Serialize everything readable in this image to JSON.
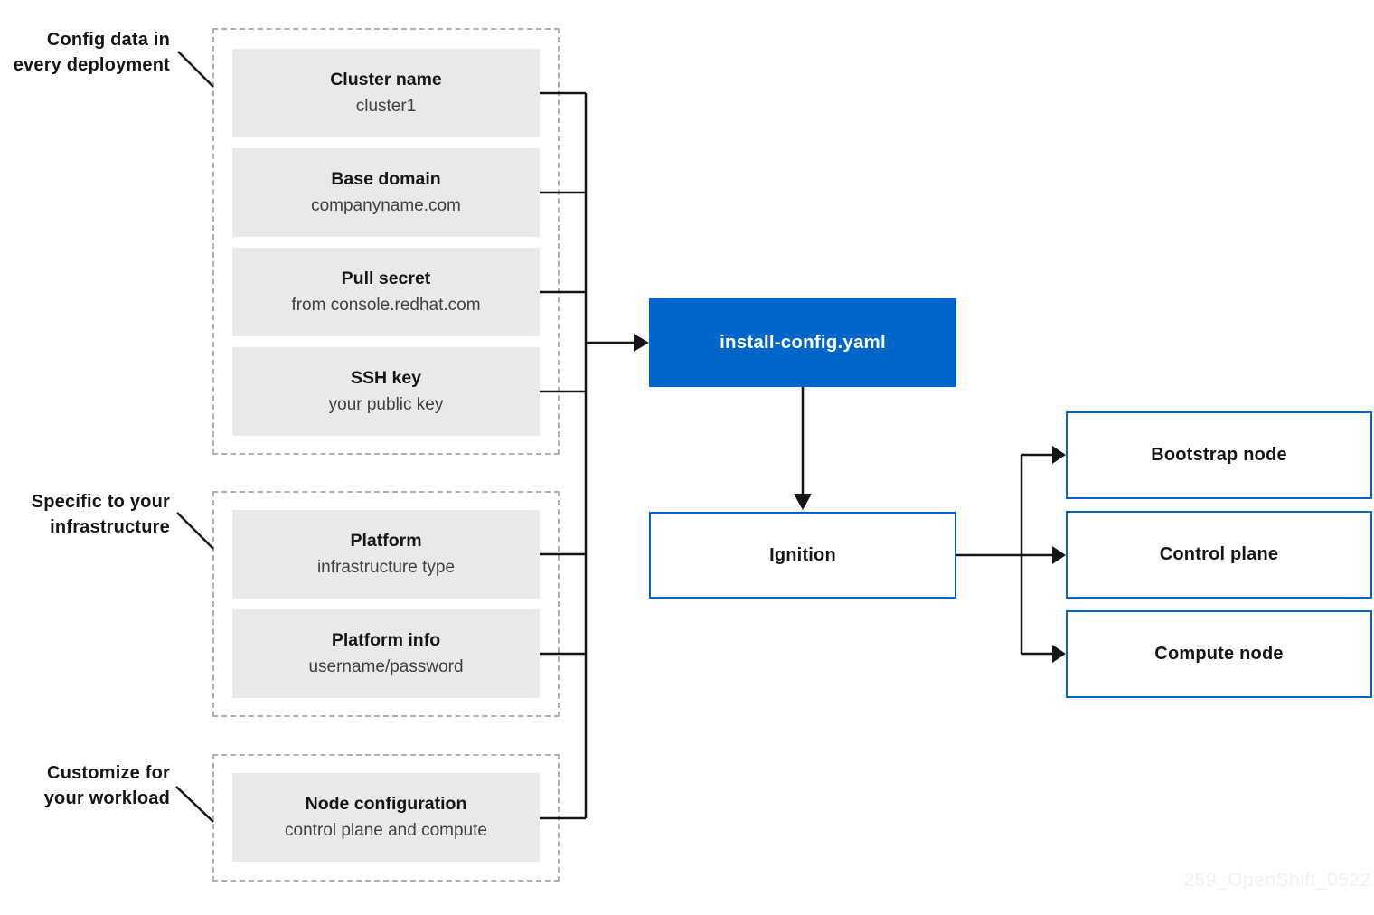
{
  "groups": [
    {
      "label": {
        "line1": "Config data in",
        "line2": "every deployment"
      },
      "items": [
        {
          "title": "Cluster name",
          "subtitle": "cluster1"
        },
        {
          "title": "Base domain",
          "subtitle": "companyname.com"
        },
        {
          "title": "Pull secret",
          "subtitle": "from console.redhat.com"
        },
        {
          "title": "SSH key",
          "subtitle": "your public key"
        }
      ]
    },
    {
      "label": {
        "line1": "Specific to your",
        "line2": "infrastructure"
      },
      "items": [
        {
          "title": "Platform",
          "subtitle": "infrastructure type"
        },
        {
          "title": "Platform info",
          "subtitle": "username/password"
        }
      ]
    },
    {
      "label": {
        "line1": "Customize for",
        "line2": "your workload"
      },
      "items": [
        {
          "title": "Node configuration",
          "subtitle": "control plane and compute"
        }
      ]
    }
  ],
  "flow": {
    "install_config": "install-config.yaml",
    "ignition": "Ignition",
    "outputs": [
      "Bootstrap node",
      "Control plane",
      "Compute node"
    ]
  },
  "watermark": "259_OpenShift_0522",
  "colors": {
    "accent_blue": "#0066cc",
    "item_fill": "#e9e9e9",
    "dashed_border": "#b0b0b0",
    "line": "#151515",
    "text": "#151515",
    "subtitle_text": "#3d3f42",
    "watermark": "#f1f1f2"
  }
}
